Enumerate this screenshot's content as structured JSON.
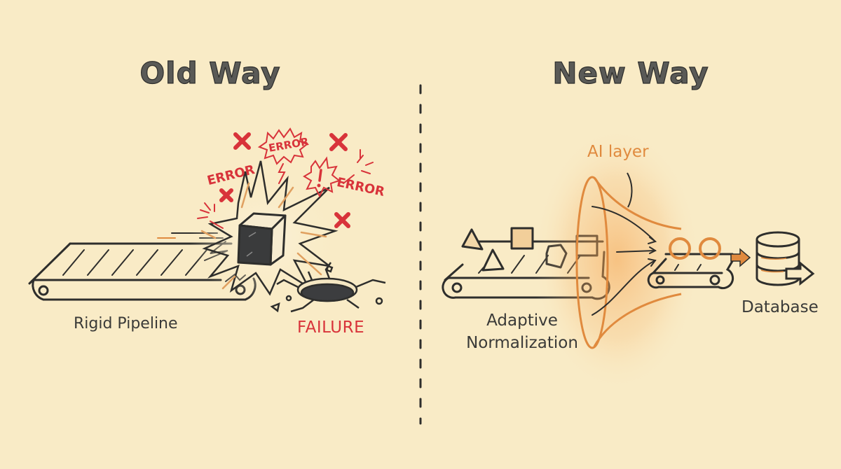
{
  "left_panel": {
    "title": "Old Way",
    "pipeline_label": "Rigid Pipeline",
    "failure_label": "FAILURE",
    "error_labels": [
      "ERROR",
      "ERROR",
      "ERROR"
    ],
    "icons": [
      "conveyor-belt-icon",
      "cube-icon",
      "explosion-icon",
      "x-mark-icon",
      "exclamation-burst-icon",
      "hole-icon"
    ]
  },
  "right_panel": {
    "title": "New Way",
    "pipeline_label_line1": "Adaptive",
    "pipeline_label_line2": "Normalization",
    "ai_label": "AI layer",
    "database_label": "Database",
    "icons": [
      "conveyor-belt-icon",
      "triangle-icon",
      "square-icon",
      "pentagon-icon",
      "funnel-icon",
      "circle-icon",
      "arrow-right-icon",
      "database-icon"
    ]
  },
  "divider": {
    "style": "dashed"
  },
  "colors": {
    "background": "#f9ebc6",
    "ink": "#2e2e2c",
    "error_red": "#d8333a",
    "ai_orange": "#e08a3e",
    "glow_orange": "#f2a65a"
  }
}
